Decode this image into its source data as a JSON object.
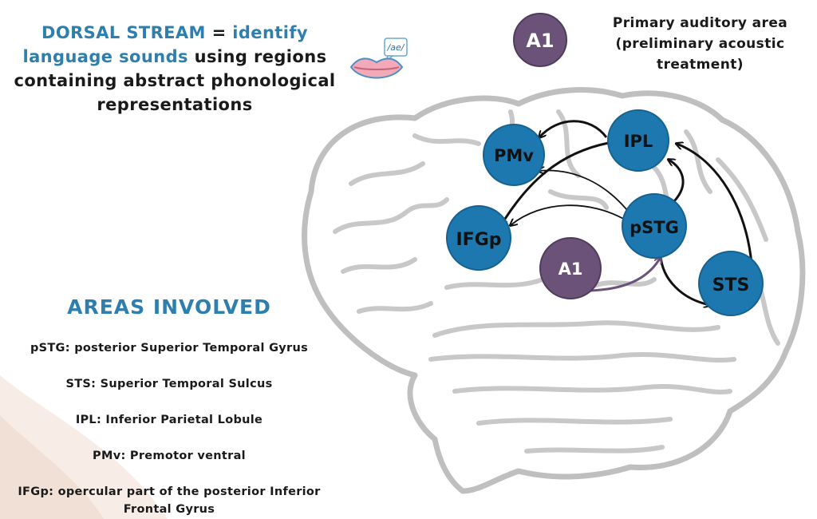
{
  "intro": {
    "highlight1": "DORSAL STREAM",
    "text1": " = ",
    "highlight2": "identify language sounds",
    "text2": " using regions containing abstract phonological representations"
  },
  "phoneme_bubble": "/ae/",
  "legend": {
    "node_label": "A1",
    "text": "Primary auditory area (preliminary acoustic treatment)"
  },
  "nodes": {
    "ipl": "IPL",
    "pmv": "PMv",
    "ifgp": "IFGp",
    "pstg": "pSTG",
    "a1": "A1",
    "sts": "STS"
  },
  "areas": {
    "title": "AREAS INVOLVED",
    "items": [
      "pSTG: posterior Superior Temporal Gyrus",
      "STS: Superior Temporal Sulcus",
      "IPL: Inferior Parietal Lobule",
      "PMv: Premotor ventral",
      "IFGp: opercular part of the posterior Inferior Frontal Gyrus"
    ]
  },
  "colors": {
    "accent_blue": "#2f7fae",
    "node_blue": "#1e78b0",
    "node_purple": "#6b5278",
    "brain_outline": "#bfbfbf"
  }
}
